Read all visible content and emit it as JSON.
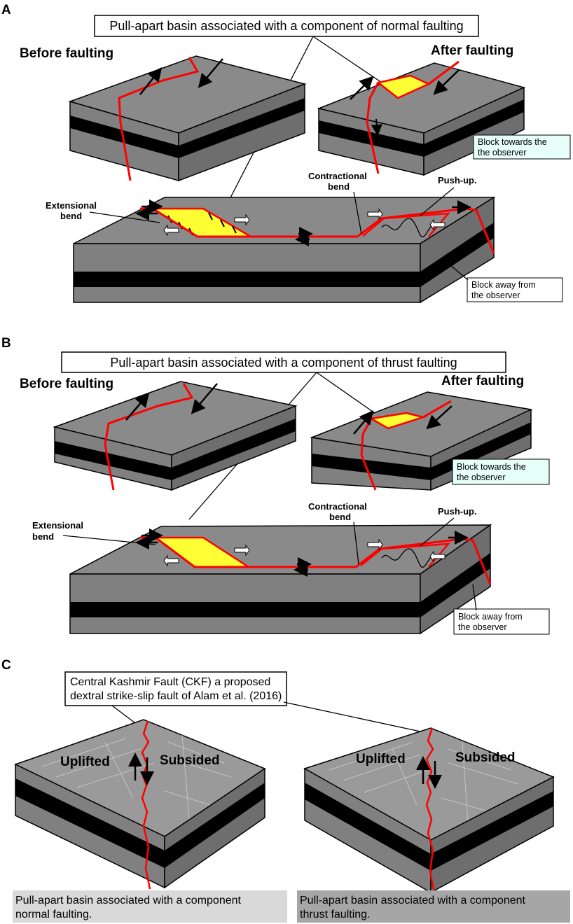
{
  "panels": {
    "a": {
      "letter": "A",
      "title": "Pull-apart basin associated with a component of normal faulting",
      "before": "Before faulting",
      "after": "After faulting",
      "block_towards_1": "Block towards the",
      "block_towards_2": "the observer",
      "extensional_1": "Extensional",
      "extensional_2": "bend",
      "contractional_1": "Contractional",
      "contractional_2": "bend",
      "pushup": "Push-up.",
      "block_away_1": "Block away from",
      "block_away_2": "the observer"
    },
    "b": {
      "letter": "B",
      "title": "Pull-apart basin associated with a component of thrust faulting",
      "before": "Before faulting",
      "after": "After faulting",
      "block_towards_1": "Block towards the",
      "block_towards_2": "the observer",
      "extensional_1": "Extensional",
      "extensional_2": "bend",
      "contractional_1": "Contractional",
      "contractional_2": "bend",
      "pushup": "Push-up.",
      "block_away_1": "Block away from",
      "block_away_2": "the observer"
    },
    "c": {
      "letter": "C",
      "title_1": "Central Kashmir Fault (CKF) a proposed",
      "title_2": "dextral strike-slip fault of Alam et al. (2016)",
      "left": {
        "uplifted": "Uplifted",
        "subsided": "Subsided",
        "caption_1": "Pull-apart basin associated with a component",
        "caption_2": "normal faulting."
      },
      "right": {
        "uplifted": "Uplifted",
        "subsided": "Subsided",
        "caption_1": "Pull-apart basin associated with a component",
        "caption_2": "thrust faulting."
      }
    }
  },
  "colors": {
    "block": "#808080",
    "block_top": "#8a8a8a",
    "layer": "#000000",
    "fault": "#ff0000",
    "basin": "#ffff33",
    "callout_fill": "#e6fff8",
    "caption_left_fill": "#d9d9d9",
    "caption_right_fill": "#a6a6a6"
  }
}
